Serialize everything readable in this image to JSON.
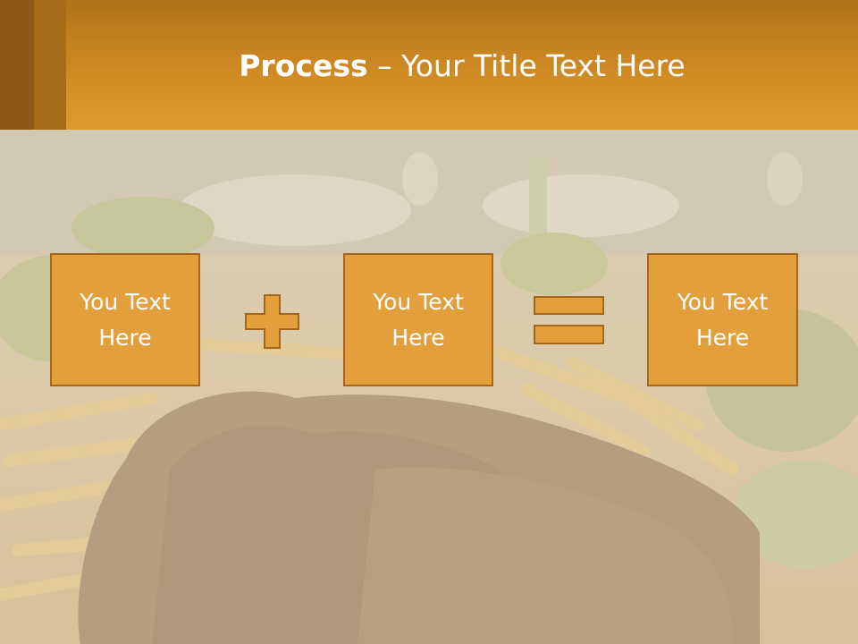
{
  "slide": {
    "title_bold": "Process",
    "title_rest": " – Your Title Text Here"
  },
  "steps": [
    {
      "label": "You Text Here"
    },
    {
      "label": "You Text Here"
    },
    {
      "label": "You Text Here"
    }
  ],
  "operators": {
    "first": "plus-icon",
    "second": "equals-icon"
  },
  "colors": {
    "title_bar": "#d28c26",
    "box_fill": "#e39f3c",
    "box_border": "#a5651a",
    "text": "#ffffff"
  }
}
